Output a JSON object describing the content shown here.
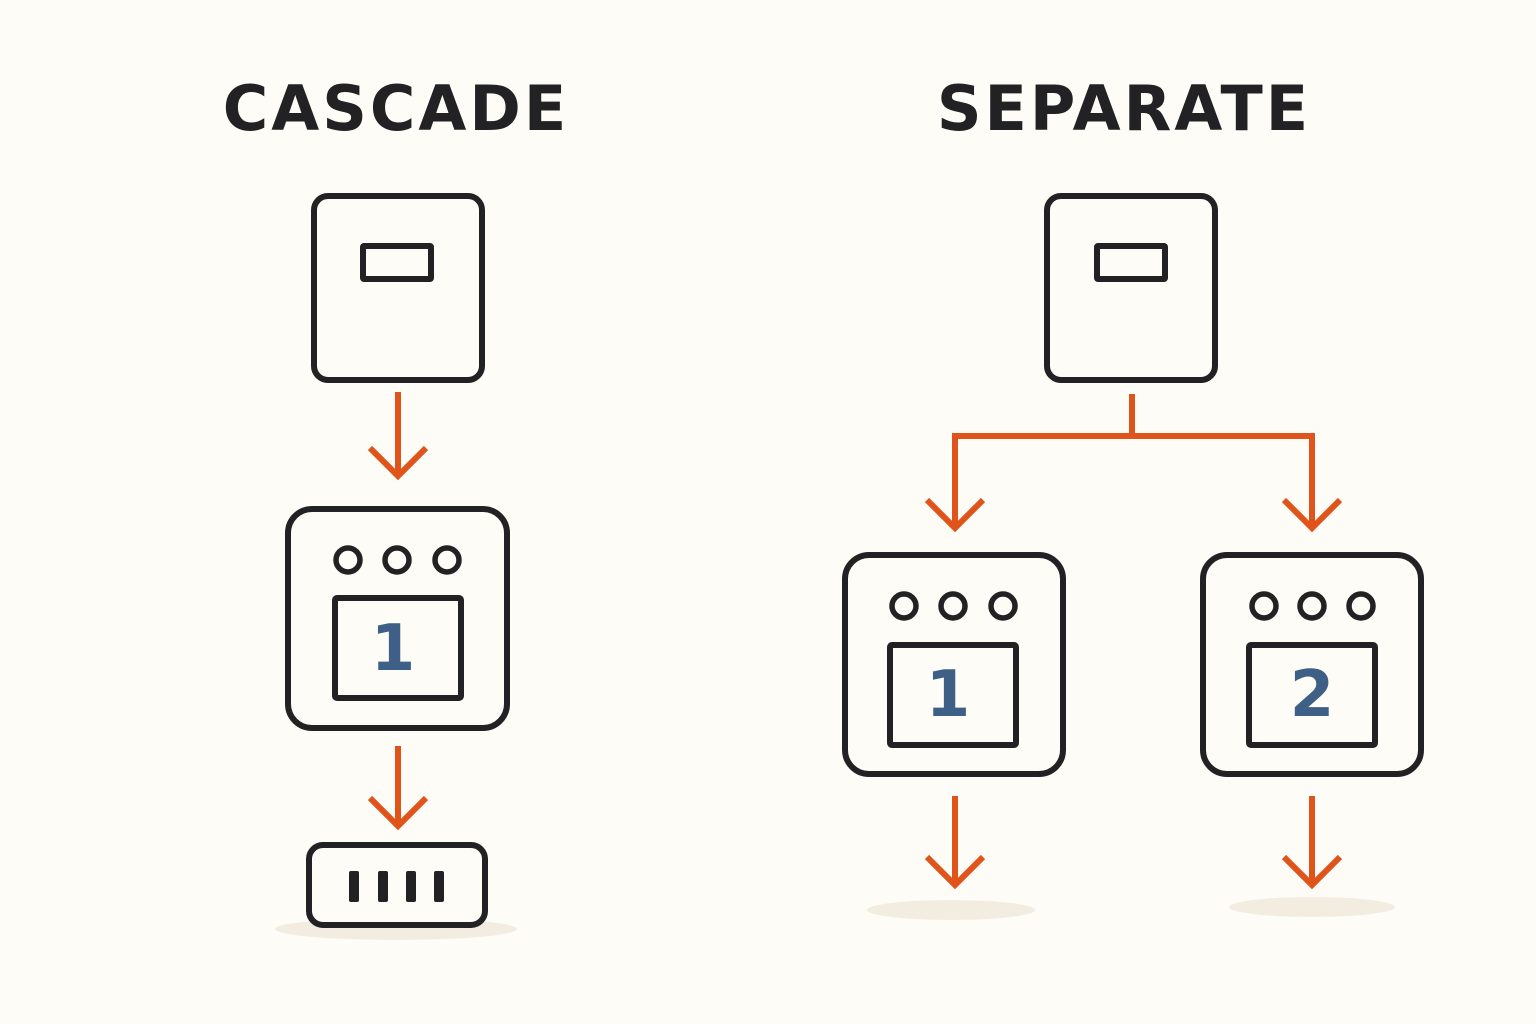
{
  "panels": {
    "cascade": {
      "title": "CASCADE",
      "oven_label": "1"
    },
    "separate": {
      "title": "SEPARATE",
      "oven_labels": [
        "1",
        "2"
      ]
    }
  },
  "colors": {
    "outline": "#222225",
    "arrow": "#e0541c",
    "digit": "#3e5f86",
    "background": "#fdfcf6"
  },
  "icons": {
    "controller": "thermostat-icon",
    "oven": "oven-icon",
    "output": "meter-icon"
  }
}
